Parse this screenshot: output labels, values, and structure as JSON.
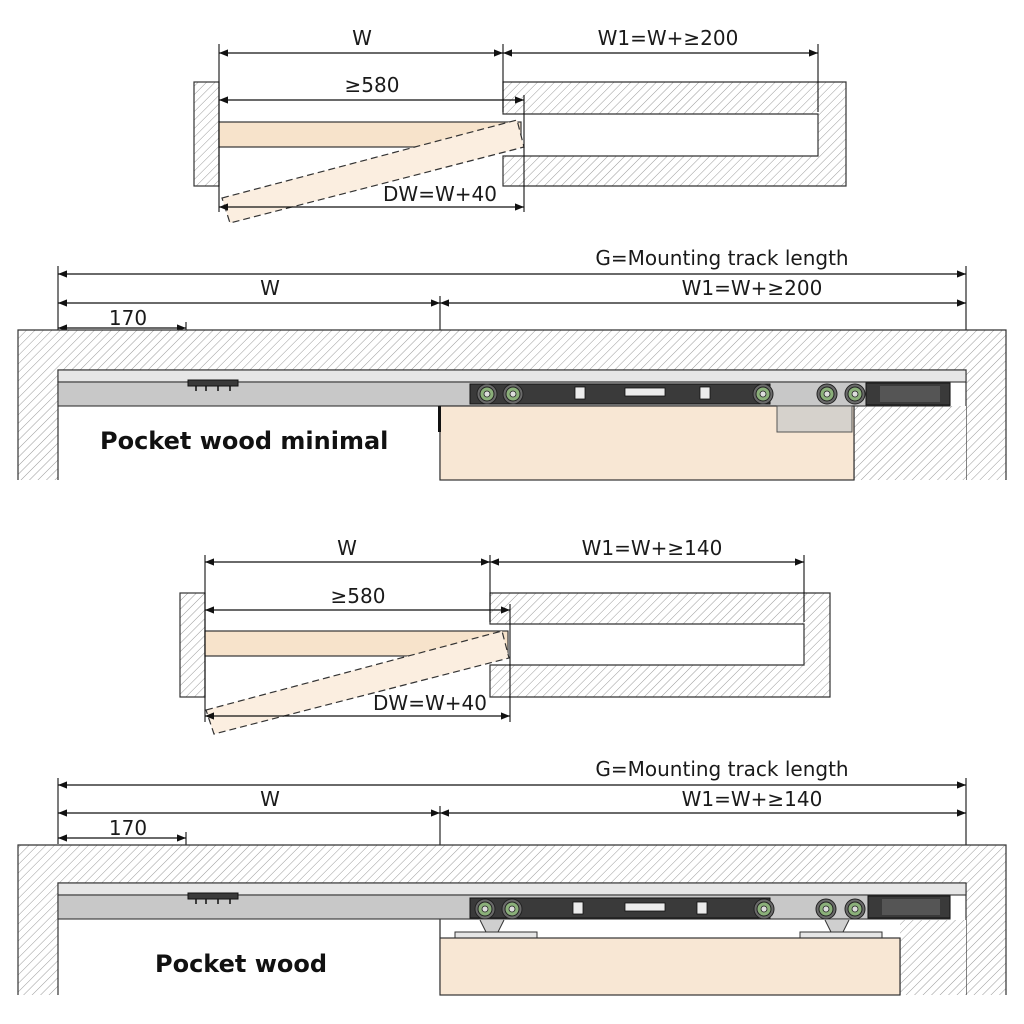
{
  "section1": {
    "plan": {
      "w": "W",
      "w1": "W1=W+≥200",
      "min": "≥580",
      "dw": "DW=W+40"
    },
    "elev": {
      "g": "G=Mounting track length",
      "w": "W",
      "w1": "W1=W+≥200",
      "offset": "170",
      "title": "Pocket wood minimal"
    }
  },
  "section2": {
    "plan": {
      "w": "W",
      "w1": "W1=W+≥140",
      "min": "≥580",
      "dw": "DW=W+40"
    },
    "elev": {
      "g": "G=Mounting track length",
      "w": "W",
      "w1": "W1=W+≥140",
      "offset": "170",
      "title": "Pocket wood"
    }
  },
  "colors": {
    "door": "#f7e3cb",
    "track": "#c8c8c8",
    "wheel": "#8bb07a"
  }
}
